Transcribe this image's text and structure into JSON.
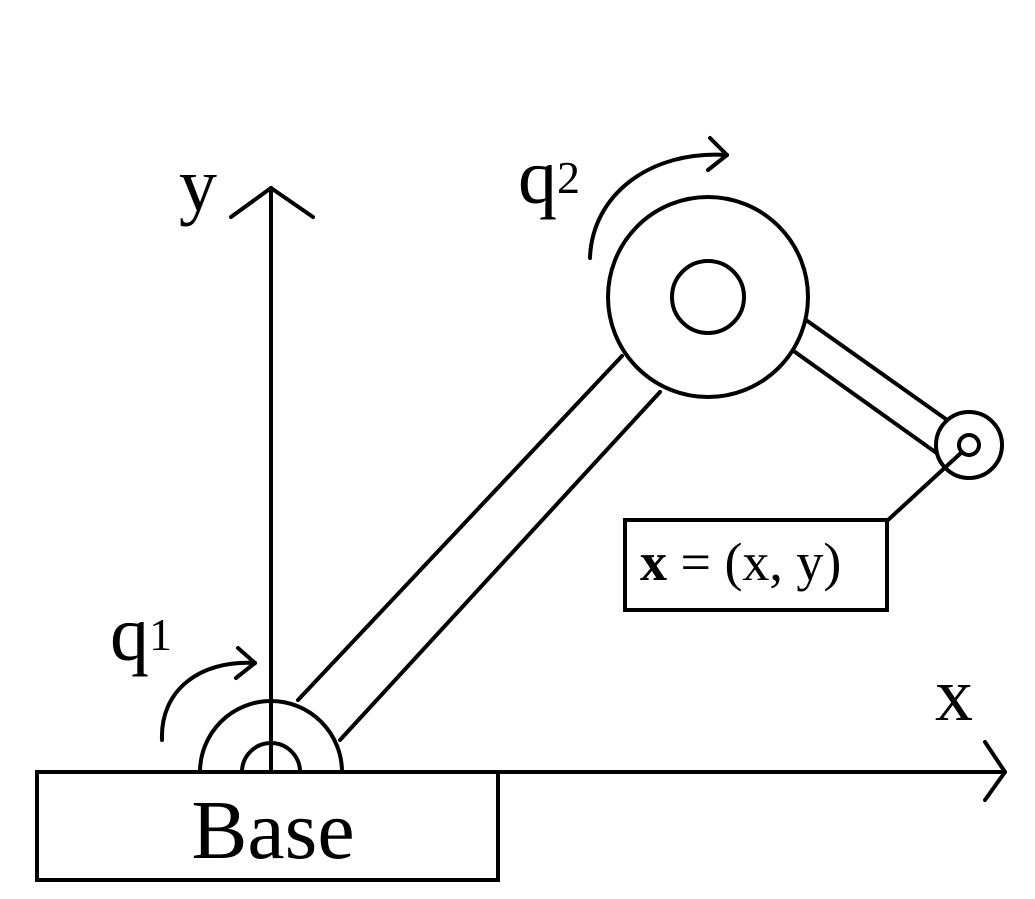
{
  "labels": {
    "base": "Base",
    "x_axis": "x",
    "y_axis": "y",
    "q1_main": "q",
    "q1_sub": "1",
    "q2_main": "q",
    "q2_sub": "2",
    "pos_bold": "x",
    "pos_rest": " = (x, y)"
  },
  "colors": {
    "stroke": "#000000",
    "background": "#ffffff"
  }
}
